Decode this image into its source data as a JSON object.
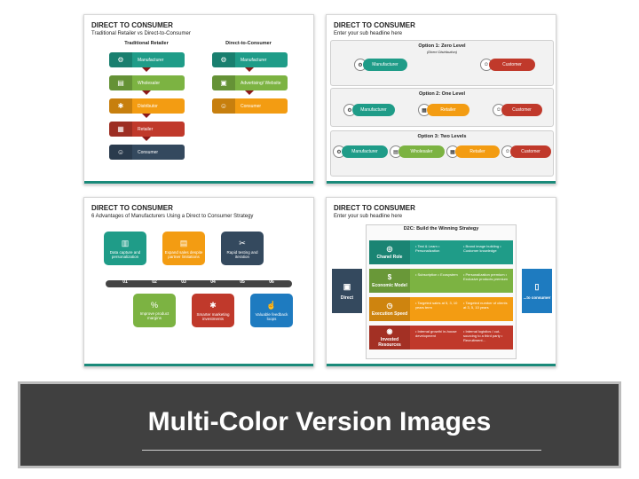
{
  "slide1": {
    "title": "DIRECT TO CONSUMER",
    "subtitle": "Traditional Retailer vs Direct-to-Consumer",
    "col1": "Traditional Retailer",
    "col2": "Direct-to-Consumer",
    "left": [
      {
        "label": "Manufacturer",
        "color": "#1f9c88",
        "icon": "factory-icon"
      },
      {
        "label": "Wholesaler",
        "color": "#7cb342",
        "icon": "boxes-icon"
      },
      {
        "label": "Distributor",
        "color": "#f39c12",
        "icon": "gear-icon"
      },
      {
        "label": "Retailer",
        "color": "#c0392b",
        "icon": "shop-icon"
      },
      {
        "label": "Consumer",
        "color": "#34495e",
        "icon": "people-icon"
      }
    ],
    "right": [
      {
        "label": "Manufacturer",
        "color": "#1f9c88",
        "icon": "factory-icon"
      },
      {
        "label": "Advertising/ Website",
        "color": "#7cb342",
        "icon": "monitor-icon"
      },
      {
        "label": "Consumer",
        "color": "#f39c12",
        "icon": "people-icon"
      }
    ]
  },
  "slide2": {
    "title": "DIRECT TO CONSUMER",
    "subtitle": "Enter your sub headline here",
    "opt1": "Option 1: Zero Level",
    "opt1_note": "(Direct Distribution)",
    "opt2": "Option 2: One Level",
    "opt3": "Option 3: Two Levels",
    "manufacturer": "Manufacturer",
    "customer": "Customer",
    "retailer": "Retailer",
    "wholesaler": "Wholesaler"
  },
  "slide3": {
    "title": "DIRECT TO CONSUMER",
    "subtitle": "6 Advantages of Manufacturers Using a Direct to Consumer Strategy",
    "items": [
      {
        "num": "01",
        "text": "Data capture and personalization",
        "color": "#1f9c88"
      },
      {
        "num": "02",
        "text": "Improve product margins",
        "color": "#7cb342"
      },
      {
        "num": "03",
        "text": "Expand sales despite partner limitations",
        "color": "#f39c12"
      },
      {
        "num": "04",
        "text": "Smarter marketing investments",
        "color": "#c0392b"
      },
      {
        "num": "05",
        "text": "Rapid testing and iteration",
        "color": "#34495e"
      },
      {
        "num": "06",
        "text": "Valuable feedback loops",
        "color": "#1e7bc0"
      }
    ]
  },
  "slide4": {
    "title": "DIRECT TO CONSUMER",
    "subtitle": "Enter your sub headline here",
    "header": "D2C: Build the Winning Strategy",
    "left": "Direct",
    "right": "...to consumer",
    "rows": [
      {
        "label": "Chanel Role",
        "color": "#1f9c88",
        "a": "• Test & Learn • Personalization",
        "b": "• Brand image building • Customer knowledge"
      },
      {
        "label": "Economic Model",
        "color": "#7cb342",
        "a": "• Subscription • Ecosystem",
        "b": "• Personalization premium • Exclusive products premium"
      },
      {
        "label": "Execution Speed",
        "color": "#f39c12",
        "a": "• Targeted sales at 5, 3, 10 years term",
        "b": "• Targeted number of clients at 3, 5, 10 years"
      },
      {
        "label": "Invested Resources",
        "color": "#c0392b",
        "a": "• Internal growth/ in-house development",
        "b": "• Internal logistics / out-sourcing to a third party • Recruitment…"
      }
    ]
  },
  "banner": {
    "title": "Multi-Color Version Images"
  }
}
